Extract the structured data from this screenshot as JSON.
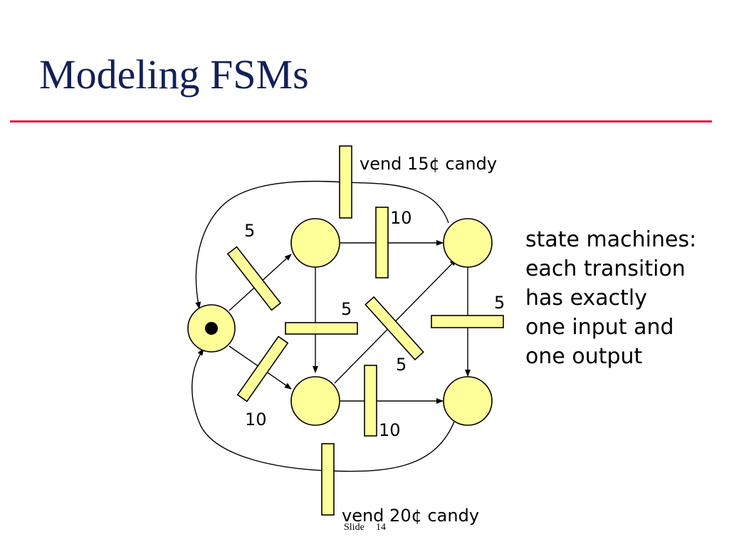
{
  "slide": {
    "title": "Modeling FSMs",
    "footer": {
      "word": "Slide",
      "number": "14"
    },
    "accent_color": "#e8183c",
    "title_color": "#13205a"
  },
  "diagram": {
    "place_color": "#ffff99",
    "initial_state_has_token": true,
    "transition_labels": {
      "start_to_upper": "5",
      "start_to_lower": "10",
      "upper_to_upper_right": "10",
      "upper_to_lower": "5",
      "lower_to_upper_right": "5",
      "lower_to_lower_right": "10",
      "upper_right_to_lower_right": "5"
    },
    "vend_labels": {
      "top": "vend 15¢ candy",
      "bottom": "vend 20¢ candy"
    },
    "note_lines": [
      "state machines:",
      "each transition",
      "has exactly",
      "one input and",
      "one output"
    ]
  }
}
